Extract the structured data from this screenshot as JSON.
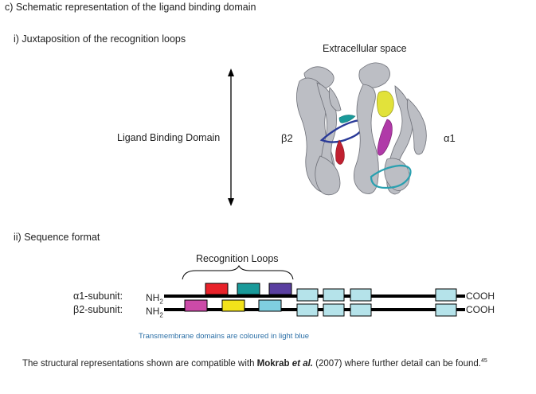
{
  "heading": "c) Schematic representation of the ligand binding domain",
  "section1": {
    "title": "i) Juxtaposition of the recognition loops",
    "axis_label": "Ligand Binding Domain",
    "extracellular_label": "Extracellular space",
    "beta_label": "β2",
    "alpha_label": "α1"
  },
  "section2": {
    "title": "ii) Sequence format",
    "loops_label": "Recognition Loops",
    "alpha_subunit_label": "α1-subunit:",
    "beta_subunit_label": "β2-subunit:",
    "nh": "NH",
    "nh_sub": "2",
    "cooh": "COOH",
    "tm_note": "Transmembrane domains are coloured in light blue"
  },
  "footer": {
    "text_before": "The structural representations shown are compatible with ",
    "author": "Mokrab",
    "etal": " et al.",
    "text_after": " (2007) where further detail can be found.",
    "ref": "45"
  },
  "colors": {
    "loop_red": "#e8222a",
    "loop_teal": "#1a9a9a",
    "loop_indigo": "#5a3fa0",
    "loop_magenta": "#cc4aa8",
    "loop_yellow": "#f2e21a",
    "loop_lightblue_small": "#7fcfe0",
    "tm_lightblue": "#b5e3ea"
  }
}
